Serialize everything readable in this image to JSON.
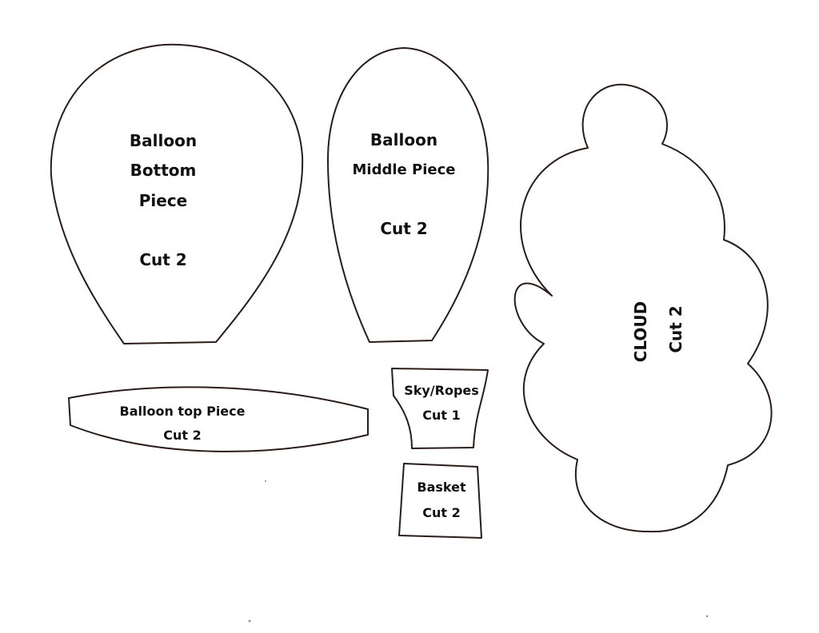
{
  "pieces": {
    "balloon_bottom": {
      "line1": "Balloon",
      "line2": "Bottom",
      "line3": "Piece",
      "cut": "Cut 2"
    },
    "balloon_middle": {
      "line1": "Balloon",
      "line2": "Middle Piece",
      "cut": "Cut 2"
    },
    "balloon_top": {
      "line1": "Balloon top Piece",
      "cut": "Cut 2"
    },
    "sky_ropes": {
      "line1": "Sky/Ropes",
      "cut": "Cut 1"
    },
    "basket": {
      "line1": "Basket",
      "cut": "Cut 2"
    },
    "cloud": {
      "line1": "CLOUD",
      "cut": "Cut 2"
    }
  },
  "colors": {
    "outline": "#2a1c18",
    "text": "#111111",
    "background": "#ffffff"
  }
}
